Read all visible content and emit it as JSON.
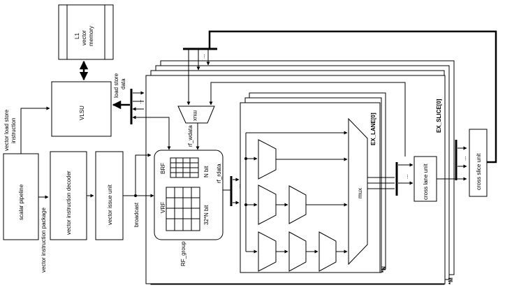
{
  "blocks": {
    "l1_memory": "L1\nvector\nmemory",
    "vlsu": "VLSU",
    "scalar_pipeline": "scalar pipeline",
    "vector_instruction_decoder": "vector instruction decoder",
    "vector_issue_unit": "vector issue unit",
    "mux_top": "mux",
    "mux_lane": "mux",
    "cross_lane_unit": "cross lane unit",
    "cross_slice_unit": "cross slice unit"
  },
  "labels": {
    "vector_load_store_instruction": "vector load store\ninstruction",
    "vector_instruction_package": "vector instruction package",
    "load_store_data": "load store\ndata",
    "broadcast": "broadcast",
    "rf_wdata": "rf_wdata",
    "rf_rdata": "rf_rdata",
    "brf": "BRF",
    "vrf": "VRF",
    "n_bit": "N bit",
    "n32_bit": "32*N bit",
    "rf_group": "RF_group",
    "ex_lane": "EX_LANE[0]",
    "ex_slice": "EX_SLICE[0]",
    "n_suffix": "*N",
    "m_suffix": "*M",
    "dots": "..."
  }
}
